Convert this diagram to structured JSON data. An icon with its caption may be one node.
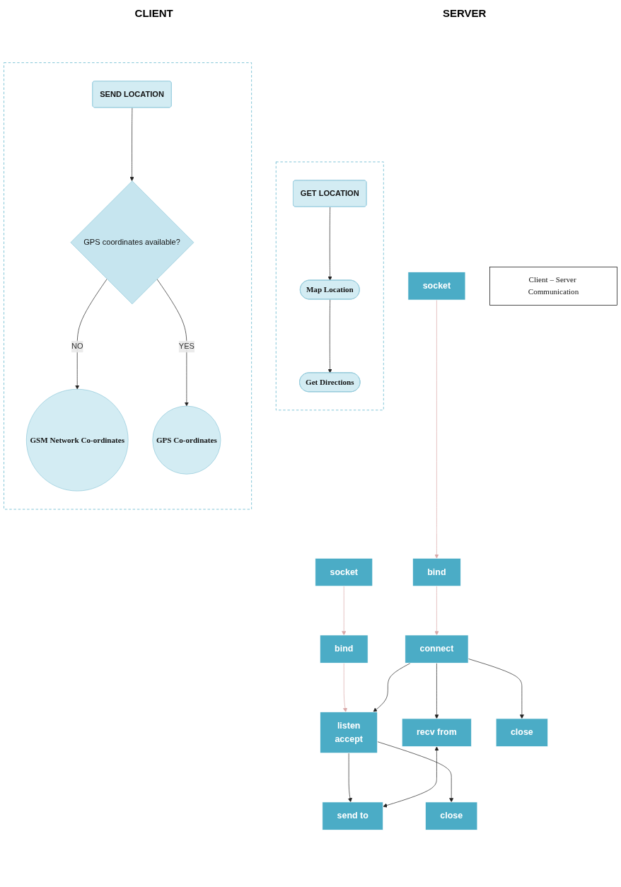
{
  "diagram": {
    "nodes": [
      {
        "text": [
          "socket"
        ]
      },
      {
        "text": [
          "bind"
        ]
      },
      {
        "text": [
          "connect"
        ]
      },
      {
        "text": [
          "socket"
        ]
      },
      {
        "text": [
          "bind"
        ]
      },
      {
        "text": [
          "listen",
          "accept"
        ]
      },
      {
        "text": [
          "recv from"
        ]
      },
      {
        "text": [
          "send to"
        ]
      },
      {
        "text": [],
        "shape": "box"
      },
      {
        "text": [
          "GET LOCATION"
        ],
        "in": 8
      },
      {
        "text": [
          "Map Location"
        ],
        "in": 8
      },
      {
        "text": [
          "Get Directions"
        ],
        "in": 8
      },
      {
        "text": [],
        "shape": "box"
      },
      {
        "text": [
          "SEND LOCATION"
        ],
        "in": 12
      },
      {
        "text": [
          "GPS coordinates available?"
        ],
        "in": 12
      },
      {
        "text": [
          "GSM Network Co-ordinates"
        ],
        "in": 12
      },
      {
        "text": [
          "GPS Co-ordinates"
        ],
        "in": 12
      },
      {
        "text": [
          "close"
        ]
      },
      {
        "text": [
          "close"
        ]
      },
      {
        "text": [
          "Client – Server Communication"
        ]
      }
    ],
    "edges": [
      {
        "from": 0,
        "to": 1,
        "arrow": "to",
        "color": "#d9a8a8"
      },
      {
        "from": 1,
        "to": 2,
        "arrow": "to",
        "color": "#d9a8a8"
      },
      {
        "from": 3,
        "to": 4,
        "arrow": "to",
        "color": "#d9a8a8"
      },
      {
        "from": 4,
        "to": 5,
        "arrow": "to",
        "color": "#d9a8a8"
      },
      {
        "from": 2,
        "to": 5,
        "arrow": "to"
      },
      {
        "from": 2,
        "to": 6,
        "arrow": "to"
      },
      {
        "from": 2,
        "to": 17,
        "arrow": "to"
      },
      {
        "from": 5,
        "to": 7,
        "arrow": "to"
      },
      {
        "from": 5,
        "to": 18,
        "arrow": "to"
      },
      {
        "from": 6,
        "to": 7,
        "arrow": "both"
      },
      {
        "from": 9,
        "to": 10,
        "arrow": "to"
      },
      {
        "from": 10,
        "to": 11,
        "arrow": "to"
      },
      {
        "from": 13,
        "to": 14,
        "arrow": "to"
      },
      {
        "from": 14,
        "to": 15,
        "label": "NO",
        "arrow": "to"
      },
      {
        "from": 14,
        "to": 16,
        "label": "YES",
        "arrow": "to"
      }
    ],
    "labels": [
      "CLIENT",
      "SERVER"
    ]
  }
}
